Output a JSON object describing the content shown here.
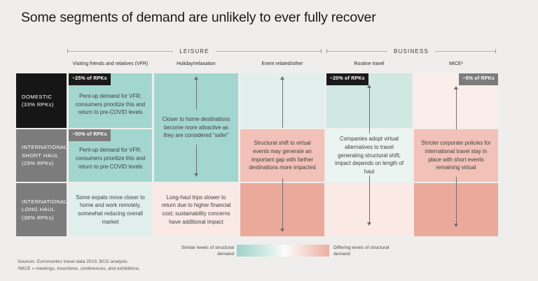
{
  "title": "Some segments of demand are unlikely to ever fully recover",
  "groups": [
    {
      "label": "LEISURE"
    },
    {
      "label": "BUSINESS"
    }
  ],
  "columns": [
    "Visiting friends and relatives (VFR)",
    "Holiday/relaxation",
    "Event related/other",
    "Routine travel",
    "MICE¹"
  ],
  "rows": [
    {
      "name": "DOMESTIC",
      "share": "(33% RPKs)"
    },
    {
      "name": "INTERNATIONAL SHORT HAUL",
      "share": "(29% RPKs)"
    },
    {
      "name": "INTERNATIONAL LONG HAUL",
      "share": "(38% RPKs)"
    }
  ],
  "cells": {
    "vfr": {
      "domestic": {
        "badge": "~25% of RPKs",
        "text": "Pent-up demand for VFR; consumers prioritize this and return to pre-COVID levels"
      },
      "short_haul": {
        "badge": "~50% of RPKs",
        "text": "Pent-up demand for VFR; consumers prioritize this and return to pre-COVID levels"
      },
      "long_haul": {
        "text": "Some expats move closer to home and work remotely, somewhat reducing overall market"
      }
    },
    "holiday": {
      "domestic_short_haul": {
        "text": "Closer to home destinations become more attractive as they are considered “safer”"
      },
      "long_haul": {
        "text": "Long-haul trips slower to return due to higher financial cost; sustainability concerns have additional impact"
      }
    },
    "event": {
      "all_rows": {
        "text": "Structural shift to virtual events may generate an important gap with farther destinations more impacted"
      }
    },
    "routine": {
      "domestic": {
        "badge": "~20% of RPKs"
      },
      "all_rows": {
        "text": "Companies adopt virtual alternatives to travel generating structural shift; impact depends on length of haul"
      }
    },
    "mice": {
      "domestic": {
        "badge": "~5% of RPKs"
      },
      "all_rows": {
        "text": "Stricter corporate policies for international travel stay in place with short events remaining virtual"
      }
    }
  },
  "legend": {
    "left": "Similar levels of structural demand",
    "right": "Differing levels of structural demand"
  },
  "footer": {
    "line1": "Sources: Euromonitor travel data 2019; BCG analysis.",
    "line2": "¹MICE = meetings, incentives, conferences, and exhibitions."
  },
  "palette": {
    "teal": "#a3d6cf",
    "teal_pale": "#e1efec",
    "teal_light": "#cfe8e2",
    "pink_pale": "#fbe9e6",
    "pink_mid": "#f2c1b7",
    "pink_deep": "#eba99c",
    "badge_black": "#1a1a1a",
    "badge_gray": "#7c7c7c",
    "background": "#efeeec"
  }
}
